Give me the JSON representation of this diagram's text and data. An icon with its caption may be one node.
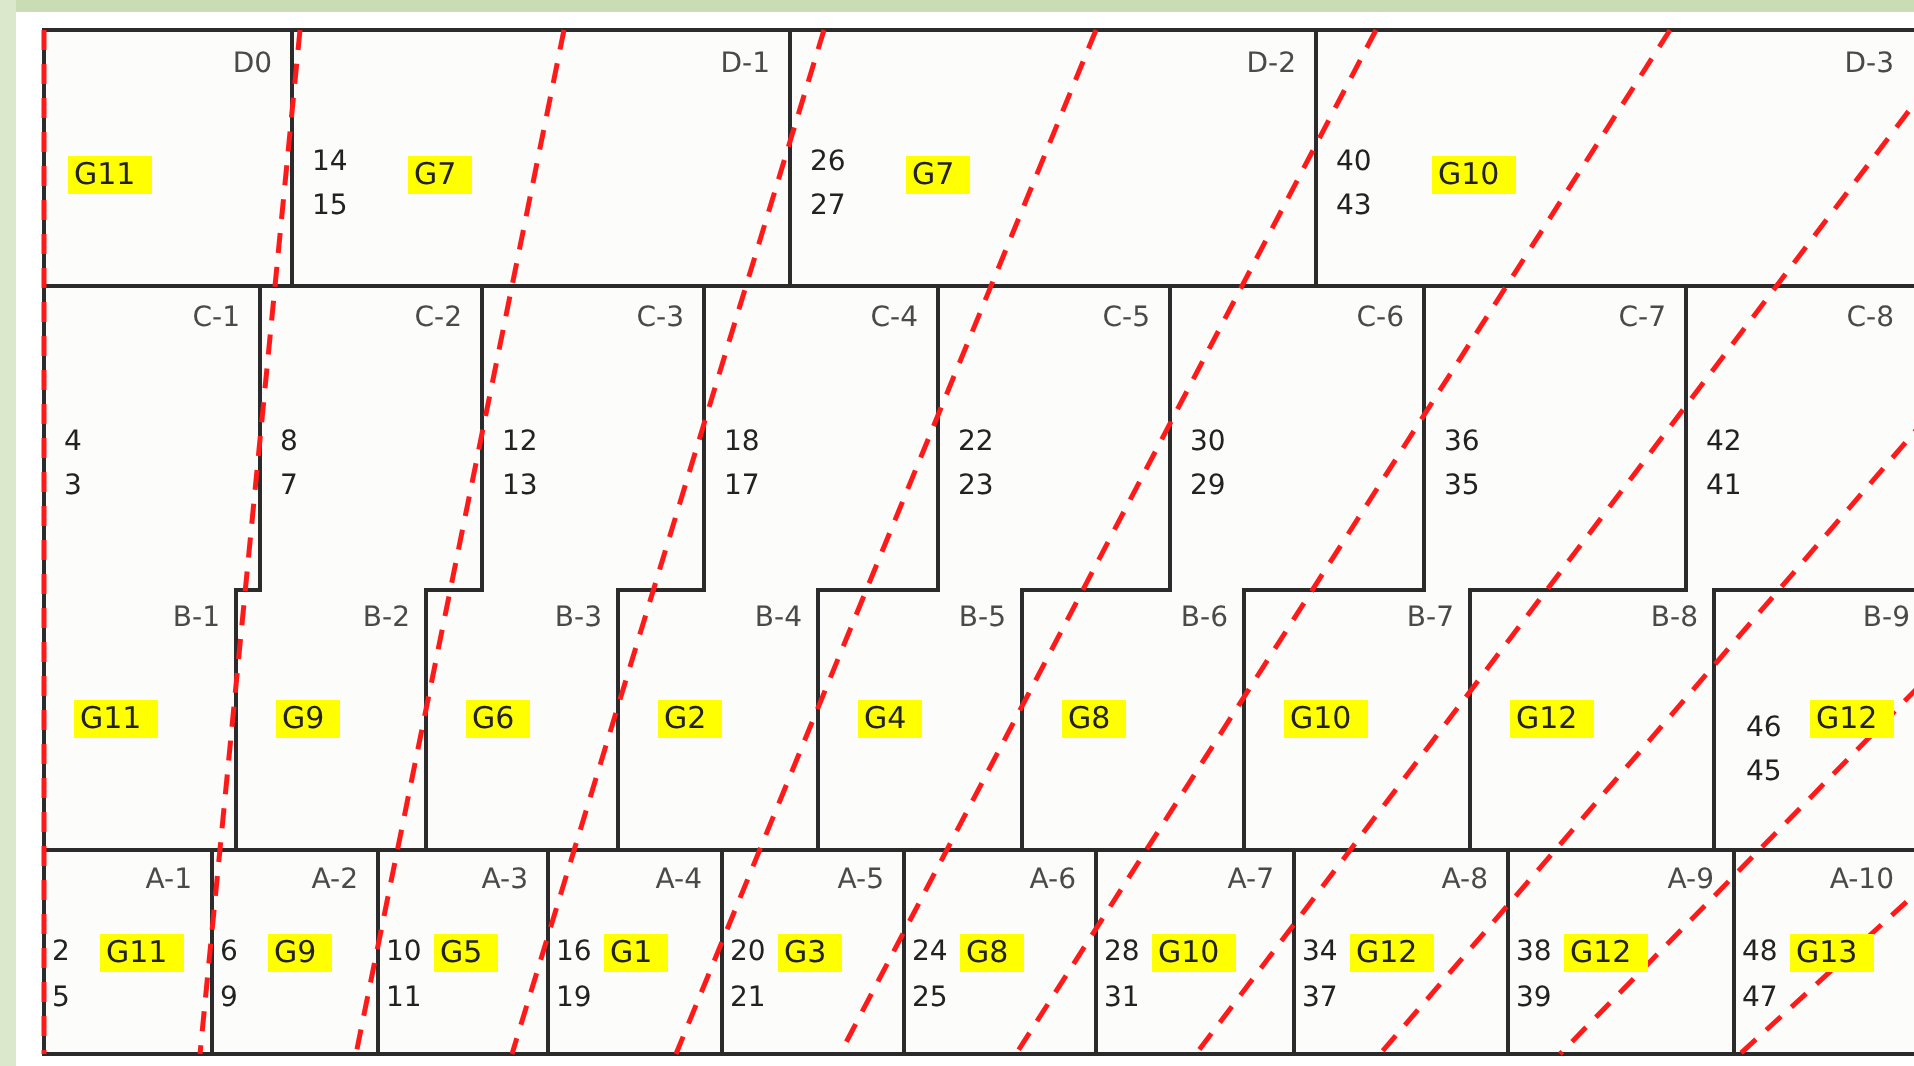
{
  "diagram": {
    "nodes": [
      {
        "text": [
          "D0",
          "G11"
        ]
      },
      {
        "text": [
          "D-1",
          "14",
          "15",
          "G7"
        ]
      },
      {
        "text": [
          "D-2",
          "26",
          "27",
          "G7"
        ]
      },
      {
        "text": [
          "D-3",
          "40",
          "43",
          "G10"
        ]
      },
      {
        "text": [
          "C-1",
          "4",
          "3"
        ]
      },
      {
        "text": [
          "C-2",
          "8",
          "7"
        ]
      },
      {
        "text": [
          "C-3",
          "12",
          "13"
        ]
      },
      {
        "text": [
          "C-4",
          "18",
          "17"
        ]
      },
      {
        "text": [
          "C-5",
          "22",
          "23"
        ]
      },
      {
        "text": [
          "C-6",
          "30",
          "29"
        ]
      },
      {
        "text": [
          "C-7",
          "36",
          "35"
        ]
      },
      {
        "text": [
          "C-8",
          "42",
          "41"
        ]
      },
      {
        "text": [
          "B-1",
          "G11"
        ]
      },
      {
        "text": [
          "B-2",
          "G9"
        ]
      },
      {
        "text": [
          "B-3",
          "G6"
        ]
      },
      {
        "text": [
          "B-4",
          "G2"
        ]
      },
      {
        "text": [
          "B-5",
          "G4"
        ]
      },
      {
        "text": [
          "B-6",
          "G8"
        ]
      },
      {
        "text": [
          "B-7",
          "G10"
        ]
      },
      {
        "text": [
          "B-8",
          "G12"
        ]
      },
      {
        "text": [
          "B-9",
          "46",
          "45",
          "G12"
        ]
      },
      {
        "text": [
          "A-1",
          "2",
          "5",
          "G11"
        ]
      },
      {
        "text": [
          "A-2",
          "6",
          "9",
          "G9"
        ]
      },
      {
        "text": [
          "A-3",
          "10",
          "11",
          "G5"
        ]
      },
      {
        "text": [
          "A-4",
          "16",
          "19",
          "G1"
        ]
      },
      {
        "text": [
          "A-5",
          "20",
          "21",
          "G3"
        ]
      },
      {
        "text": [
          "A-6",
          "24",
          "25",
          "G8"
        ]
      },
      {
        "text": [
          "A-7",
          "28",
          "31",
          "G10"
        ]
      },
      {
        "text": [
          "A-8",
          "34",
          "37",
          "G12"
        ]
      },
      {
        "text": [
          "A-9",
          "38",
          "39",
          "G12"
        ]
      },
      {
        "text": [
          "A-10",
          "48",
          "47",
          "G13"
        ]
      }
    ]
  }
}
